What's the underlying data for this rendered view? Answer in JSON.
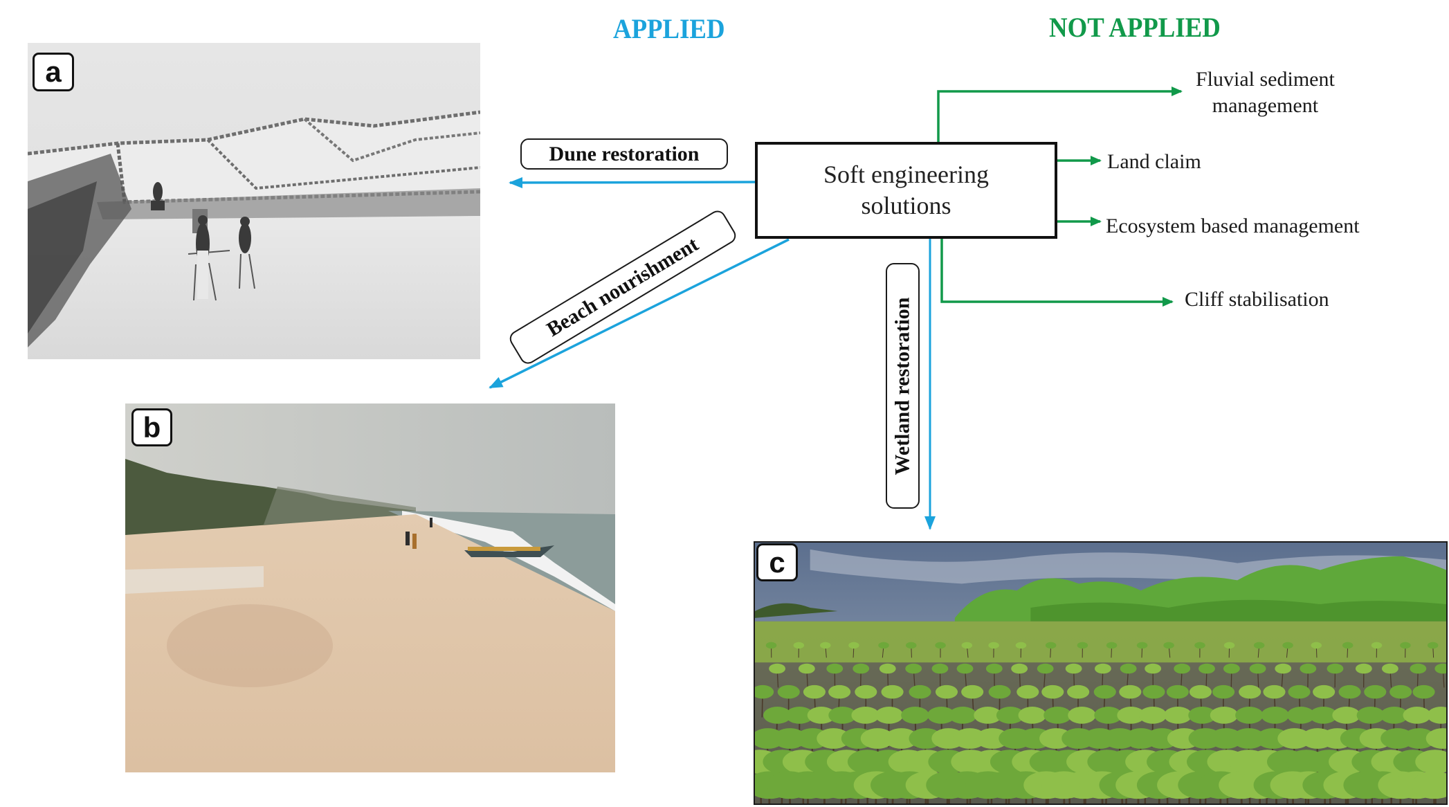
{
  "headings": {
    "applied": "APPLIED",
    "not_applied": "NOT APPLIED"
  },
  "colors": {
    "applied": "#1ba3dc",
    "not_applied": "#11994a",
    "box_border": "#111111"
  },
  "center_node": {
    "line1": "Soft engineering",
    "line2": "solutions"
  },
  "applied_solutions": [
    {
      "label": "Dune restoration",
      "panel": "a"
    },
    {
      "label": "Beach nourishment",
      "panel": "b"
    },
    {
      "label": "Wetland restoration",
      "panel": "c"
    }
  ],
  "not_applied_solutions": [
    {
      "label_line1": "Fluvial sediment",
      "label_line2": "management"
    },
    {
      "label": "Land claim"
    },
    {
      "label": "Ecosystem based management"
    },
    {
      "label": "Cliff stabilisation"
    }
  ],
  "panels": {
    "a": {
      "label": "a",
      "description": "Black-and-white photo of dunes with fences and people surveying"
    },
    "b": {
      "label": "b",
      "description": "Sandy beach with trees, people walking and a boat near the surf"
    },
    "c": {
      "label": "c",
      "description": "Mangrove seedlings planted in shallow water under a cloudy sky"
    }
  }
}
